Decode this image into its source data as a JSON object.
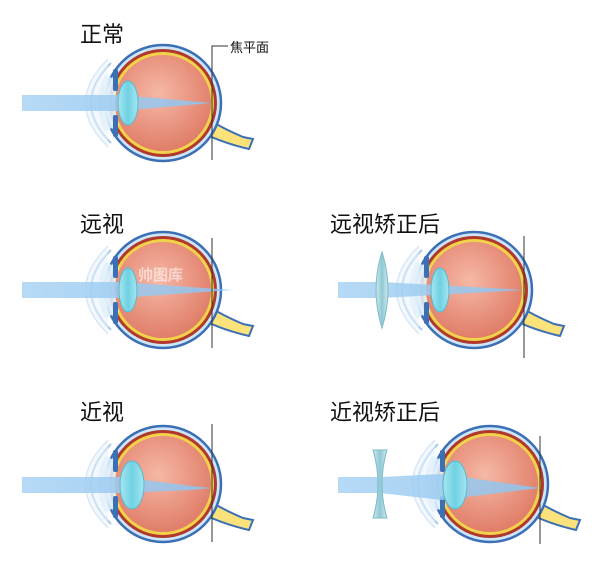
{
  "panels": [
    {
      "title": "正常"
    },
    {
      "title": "远视"
    },
    {
      "title": "远视矫正后"
    },
    {
      "title": "近视"
    },
    {
      "title": "近视矫正后"
    }
  ],
  "annotation": {
    "focal_plane": "焦平面"
  },
  "watermark": {
    "text": "帅图库"
  },
  "colors": {
    "eyeball": "#e8907c",
    "eyeball_outline": "#3b6fb6",
    "sclera": "#cfe6f8",
    "retina": "#f2d24a",
    "choroid": "#b0392c",
    "lens": "#7ed8e8",
    "optic_nerve": "#fbe27a",
    "light_beam": "#9ecdf2",
    "cornea": "#dff0fb"
  }
}
